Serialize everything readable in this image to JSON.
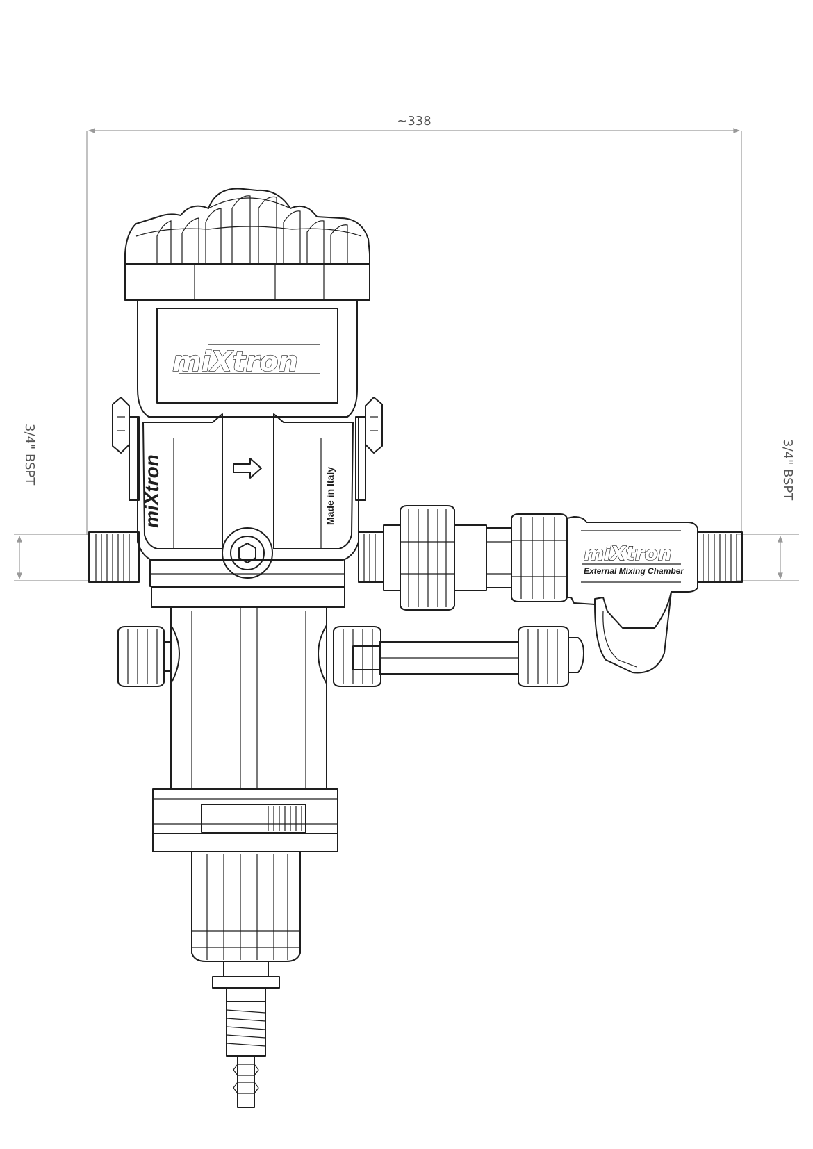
{
  "dimensions": {
    "width_label": "~338",
    "inlet_label": "3/4\" BSPT",
    "outlet_label": "3/4\" BSPT"
  },
  "labels": {
    "brand_main": "miXtron",
    "brand_side": "miXtron",
    "origin": "Made in Italy",
    "chamber_brand": "miXtron",
    "chamber_caption": "External Mixing Chamber"
  },
  "colors": {
    "line": "#1e1e1e",
    "dimension_line": "#9a9a9a",
    "dimension_text": "#555555",
    "background": "#ffffff"
  }
}
